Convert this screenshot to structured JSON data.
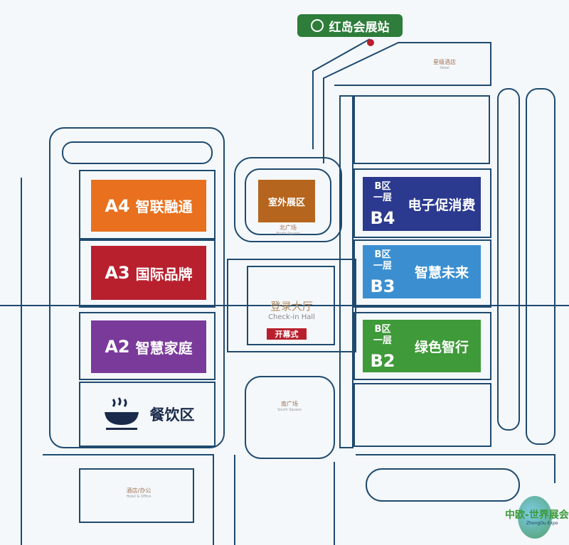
{
  "station": {
    "label": "红岛会展站",
    "icon": "metro-icon",
    "color": "#2e7d3a"
  },
  "halls_a": [
    {
      "code": "A4",
      "name": "智联融通",
      "color": "#e8701e"
    },
    {
      "code": "A3",
      "name": "国际品牌",
      "color": "#b8202e"
    },
    {
      "code": "A2",
      "name": "智慧家庭",
      "color": "#7a3a9a"
    }
  ],
  "food": {
    "name": "餐饮区",
    "icon": "bowl-icon"
  },
  "halls_b": [
    {
      "zone": "B区",
      "floor": "一层",
      "code": "B4",
      "name": "电子促消费",
      "color": "#2b3a8f"
    },
    {
      "zone": "B区",
      "floor": "一层",
      "code": "B3",
      "name": "智慧未来",
      "color": "#3b8fd0"
    },
    {
      "zone": "B区",
      "floor": "一层",
      "code": "B2",
      "name": "绿色智行",
      "color": "#3f9a3a"
    }
  ],
  "outdoor": {
    "name": "室外展区",
    "color": "#b5651d"
  },
  "north_square": {
    "cn": "北广场",
    "en": "North Square"
  },
  "checkin": {
    "cn": "登录大厅",
    "en": "Check-in Hall"
  },
  "opening": {
    "label": "开幕式",
    "color": "#b8202e"
  },
  "south_square": {
    "cn": "南广场",
    "en": "South Square"
  },
  "hotel": {
    "cn": "星级酒店",
    "en": "Hotel"
  },
  "hotel_office": {
    "cn": "酒店/办公",
    "en": "Hotel & Office"
  },
  "logo": {
    "cn": "中欧-世界展会",
    "en": "ZhongOu Expo"
  }
}
